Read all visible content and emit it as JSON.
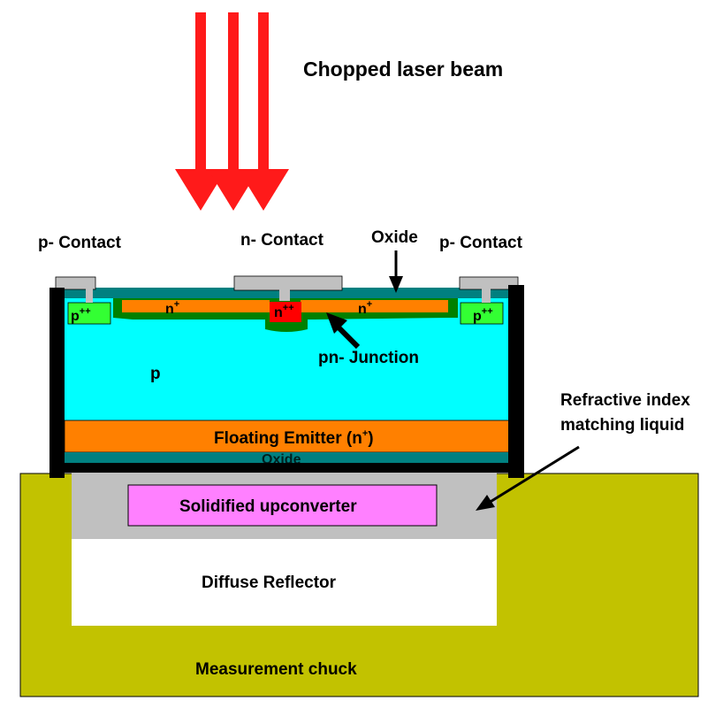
{
  "labels": {
    "beam": "Chopped laser beam",
    "p_contact_left": "p- Contact",
    "n_contact": "n- Contact",
    "oxide_top": "Oxide",
    "p_contact_right": "p- Contact",
    "n_plus": "n",
    "n_plus_sup": "+",
    "n_plusplus": "n",
    "n_plusplus_sup": "++",
    "p_plusplus": "p",
    "p_plusplus_sup": "++",
    "pn_junction": "pn- Junction",
    "p_region": "p",
    "refractive_line1": "Refractive index",
    "refractive_line2": "matching liquid",
    "floating_emitter_prefix": "Floating Emitter (n",
    "floating_emitter_sup": "+",
    "floating_emitter_suffix": ")",
    "oxide_bottom": "Oxide",
    "upconverter": "Solidified upconverter",
    "reflector": "Diffuse Reflector",
    "chuck": "Measurement chuck"
  },
  "colors": {
    "laser": "#ff1a1a",
    "chuck": "#c2c200",
    "grey": "#c0c0c0",
    "substrate": "#00ffff",
    "emitter": "#ff8000",
    "oxide": "#008080",
    "junction": "#008000",
    "n_plusplus": "#ff0000",
    "p_plusplus": "#33ff33",
    "upconverter": "#ff80ff",
    "frame": "#000000"
  }
}
